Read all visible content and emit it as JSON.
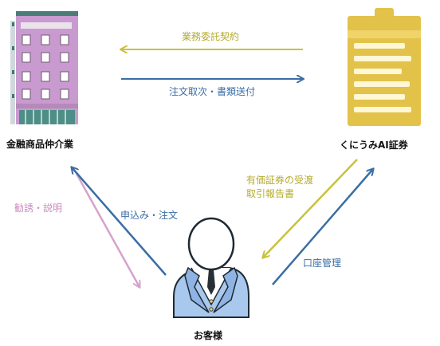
{
  "entities": {
    "broker": "金融商品仲介業",
    "securities": "くにうみAI証券",
    "customer": "お客様"
  },
  "flows": {
    "consignment": "業務委託契約",
    "order_forwarding": "注文取次・書類送付",
    "solicitation": "勧誘・説明",
    "application": "申込み・注文",
    "reports": "有価証券の受渡\n取引報告書",
    "account": "口座管理"
  },
  "colors": {
    "yellow_arrow": "#c9c23b",
    "blue_arrow": "#3a6ea5",
    "pink_arrow": "#d6a2cc",
    "building_purple": "#c99ad0",
    "tower_gold": "#e3c24a"
  }
}
